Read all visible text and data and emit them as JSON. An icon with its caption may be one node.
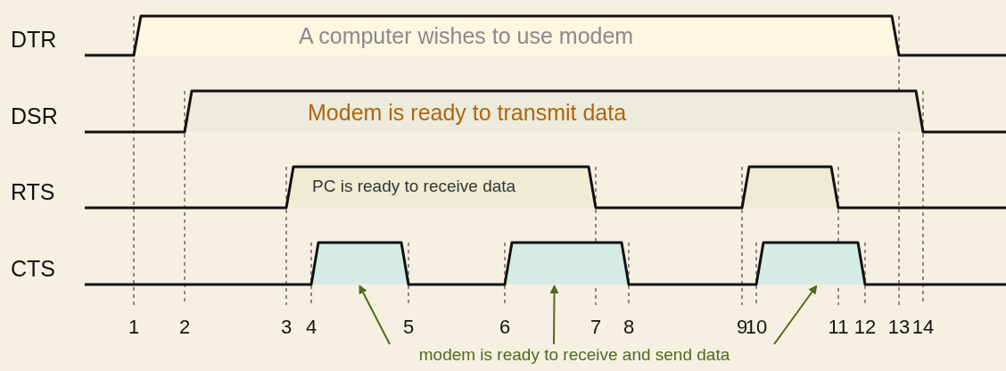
{
  "diagram": {
    "nodes": [
      {
        "text": [
          "A computer wishes to use modem"
        ]
      },
      {
        "text": [
          "Modem is ready to transmit data"
        ]
      },
      {
        "text": [
          "PC is ready to receive data"
        ]
      },
      {
        "text": [],
        "shape": "trapezoid"
      },
      {
        "text": [],
        "shape": "trapezoid"
      },
      {
        "text": [],
        "shape": "trapezoid"
      },
      {
        "text": [],
        "shape": "trapezoid"
      },
      {
        "text": [
          "modem is ready to receive and send data"
        ]
      }
    ],
    "edges": [
      {
        "from": 7,
        "to": 4,
        "arrow": "to"
      },
      {
        "from": 7,
        "to": 5,
        "arrow": "to"
      },
      {
        "from": 7,
        "to": 6,
        "arrow": "to"
      }
    ],
    "labels": [
      "DTR",
      "DSR",
      "RTS",
      "CTS",
      "1",
      "2",
      "3",
      "4",
      "5",
      "6",
      "7",
      "8",
      "9",
      "10",
      "11",
      "12",
      "13",
      "14"
    ]
  }
}
